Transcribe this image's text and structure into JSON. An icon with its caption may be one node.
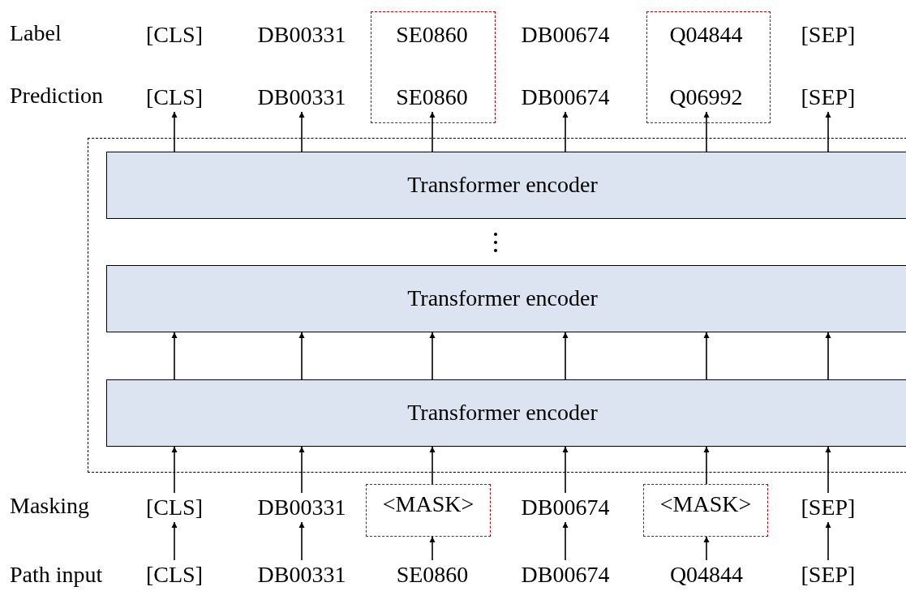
{
  "diagram": {
    "nodes": [
      {
        "text": [],
        "shape": "box"
      },
      {
        "text": [],
        "shape": "box"
      },
      {
        "text": [
          "[CLS]"
        ]
      },
      {
        "text": [
          "DB00331"
        ]
      },
      {
        "text": [
          "SE0860"
        ],
        "in": 0
      },
      {
        "text": [
          "DB00674"
        ]
      },
      {
        "text": [
          "Q04844"
        ],
        "in": 1
      },
      {
        "text": [
          "[SEP]"
        ]
      },
      {
        "text": [
          "[CLS]"
        ]
      },
      {
        "text": [
          "DB00331"
        ]
      },
      {
        "text": [
          "SE0860"
        ],
        "in": 0
      },
      {
        "text": [
          "DB00674"
        ]
      },
      {
        "text": [
          "Q06992"
        ],
        "in": 1
      },
      {
        "text": [
          "[SEP]"
        ]
      },
      {
        "text": [],
        "shape": "box"
      },
      {
        "text": [
          "Transformer encoder"
        ],
        "in": 14
      },
      {
        "text": [
          "Transformer encoder"
        ],
        "in": 14
      },
      {
        "text": [
          "Transformer encoder"
        ],
        "in": 14
      },
      {
        "text": [
          "[CLS]"
        ]
      },
      {
        "text": [
          "DB00331"
        ]
      },
      {
        "text": [
          "<MASK>"
        ]
      },
      {
        "text": [
          "DB00674"
        ]
      },
      {
        "text": [
          "<MASK>"
        ]
      },
      {
        "text": [
          "[SEP]"
        ]
      },
      {
        "text": [
          "[CLS]"
        ]
      },
      {
        "text": [
          "DB00331"
        ]
      },
      {
        "text": [
          "SE0860"
        ]
      },
      {
        "text": [
          "DB00674"
        ]
      },
      {
        "text": [
          "Q04844"
        ]
      },
      {
        "text": [
          "[SEP]"
        ]
      }
    ],
    "edges": [
      {
        "from": 24,
        "to": 18,
        "arrow": "to"
      },
      {
        "from": 25,
        "to": 19,
        "arrow": "to"
      },
      {
        "from": 26,
        "to": 20,
        "arrow": "to"
      },
      {
        "from": 27,
        "to": 21,
        "arrow": "to"
      },
      {
        "from": 28,
        "to": 22,
        "arrow": "to"
      },
      {
        "from": 29,
        "to": 23,
        "arrow": "to"
      },
      {
        "from": 18,
        "to": 17,
        "arrow": "to"
      },
      {
        "from": 19,
        "to": 17,
        "arrow": "to"
      },
      {
        "from": 20,
        "to": 17,
        "arrow": "to"
      },
      {
        "from": 21,
        "to": 17,
        "arrow": "to"
      },
      {
        "from": 22,
        "to": 17,
        "arrow": "to"
      },
      {
        "from": 23,
        "to": 17,
        "arrow": "to"
      },
      {
        "from": 17,
        "to": 16,
        "arrow": "to"
      },
      {
        "from": 17,
        "to": 16,
        "arrow": "to"
      },
      {
        "from": 17,
        "to": 16,
        "arrow": "to"
      },
      {
        "from": 17,
        "to": 16,
        "arrow": "to"
      },
      {
        "from": 17,
        "to": 16,
        "arrow": "to"
      },
      {
        "from": 17,
        "to": 16,
        "arrow": "to"
      },
      {
        "from": 15,
        "to": 8,
        "arrow": "to"
      },
      {
        "from": 15,
        "to": 9,
        "arrow": "to"
      },
      {
        "from": 15,
        "to": 10,
        "arrow": "to"
      },
      {
        "from": 15,
        "to": 11,
        "arrow": "to"
      },
      {
        "from": 15,
        "to": 12,
        "arrow": "to"
      },
      {
        "from": 15,
        "to": 13,
        "arrow": "to"
      }
    ],
    "labels": [
      "Label",
      "Prediction",
      "Masking",
      "Path input"
    ]
  }
}
